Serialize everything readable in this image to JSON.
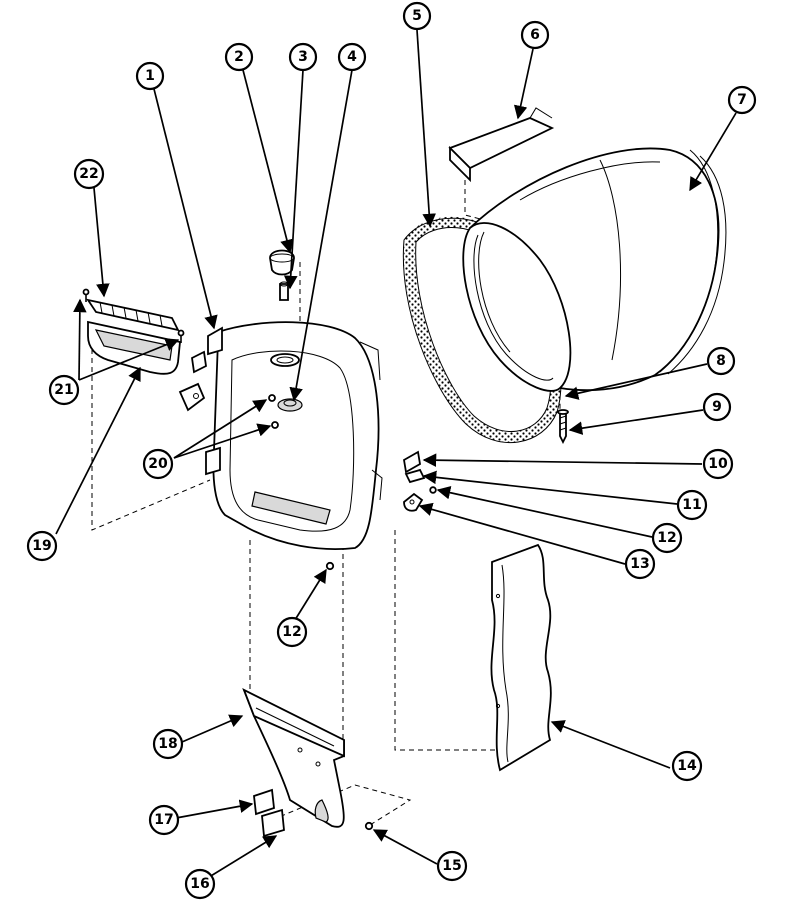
{
  "callouts": [
    {
      "label": "1"
    },
    {
      "label": "2"
    },
    {
      "label": "3"
    },
    {
      "label": "4"
    },
    {
      "label": "5"
    },
    {
      "label": "6"
    },
    {
      "label": "7"
    },
    {
      "label": "8"
    },
    {
      "label": "9"
    },
    {
      "label": "10"
    },
    {
      "label": "11"
    },
    {
      "label": "12"
    },
    {
      "label": "12"
    },
    {
      "label": "13"
    },
    {
      "label": "14"
    },
    {
      "label": "15"
    },
    {
      "label": "16"
    },
    {
      "label": "17"
    },
    {
      "label": "18"
    },
    {
      "label": "19"
    },
    {
      "label": "20"
    },
    {
      "label": "21"
    },
    {
      "label": "22"
    }
  ]
}
